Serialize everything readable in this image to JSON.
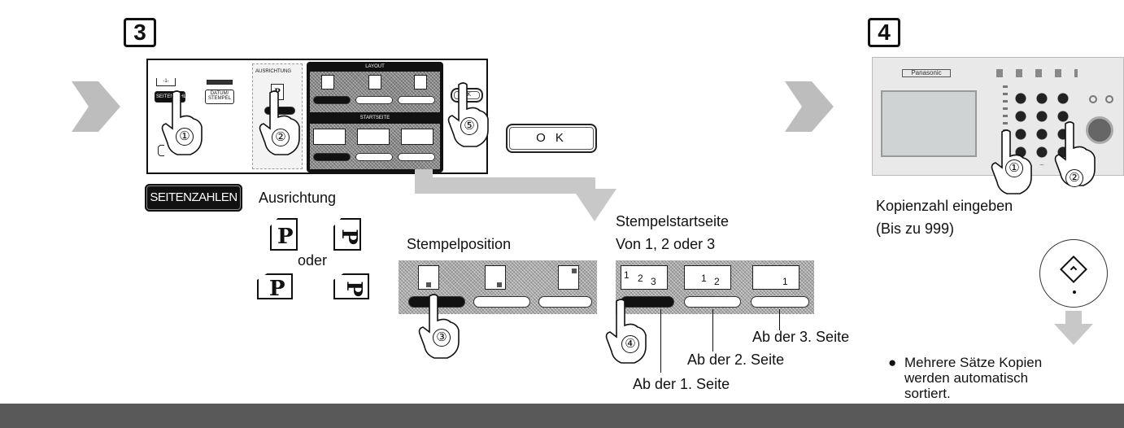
{
  "steps": {
    "step3": "3",
    "step4": "4"
  },
  "panel": {
    "arrow_symbol": "-1-",
    "seitenzahlen_btn": "SEITENZAHLEN",
    "datum_btn": "DATUM/ STEMPEL",
    "ausrichtung_title": "AUSRICHTUNG",
    "layout_title": "LAYOUT",
    "startseite_title": "STARTSEITE",
    "ok_small": "OK",
    "ok_large": "O K",
    "p_glyph": "P"
  },
  "callouts": {
    "c1": "①",
    "c2": "②",
    "c3": "③",
    "c4": "④",
    "c5": "⑤",
    "c4_1": "①",
    "c4_2": "②"
  },
  "seitenzahlen_label": "SEITENZAHLEN",
  "ausrichtung": {
    "label": "Ausrichtung",
    "oder": "oder",
    "glyph": "P"
  },
  "stempelposition": {
    "label": "Stempelposition"
  },
  "stempelstartseite": {
    "title": "Stempelstartseite",
    "subtitle": "Von 1, 2 oder 3",
    "ab1": "Ab der 1. Seite",
    "ab2": "Ab der 2. Seite",
    "ab3": "Ab der 3. Seite",
    "nums": [
      "1",
      "2",
      "3"
    ]
  },
  "machine": {
    "brand": "Panasonic",
    "kopienzahl": "Kopienzahl eingeben",
    "bis": "(Bis zu 999)",
    "start_icon": "start-diamond-icon"
  },
  "note": {
    "bullet": "●",
    "line1": "Mehrere Sätze Kopien",
    "line2": "werden automatisch",
    "line3": "sortiert."
  },
  "colors": {
    "bar": "#595959",
    "chevron": "#bdbdbd",
    "arrow": "#c8c8c8"
  }
}
